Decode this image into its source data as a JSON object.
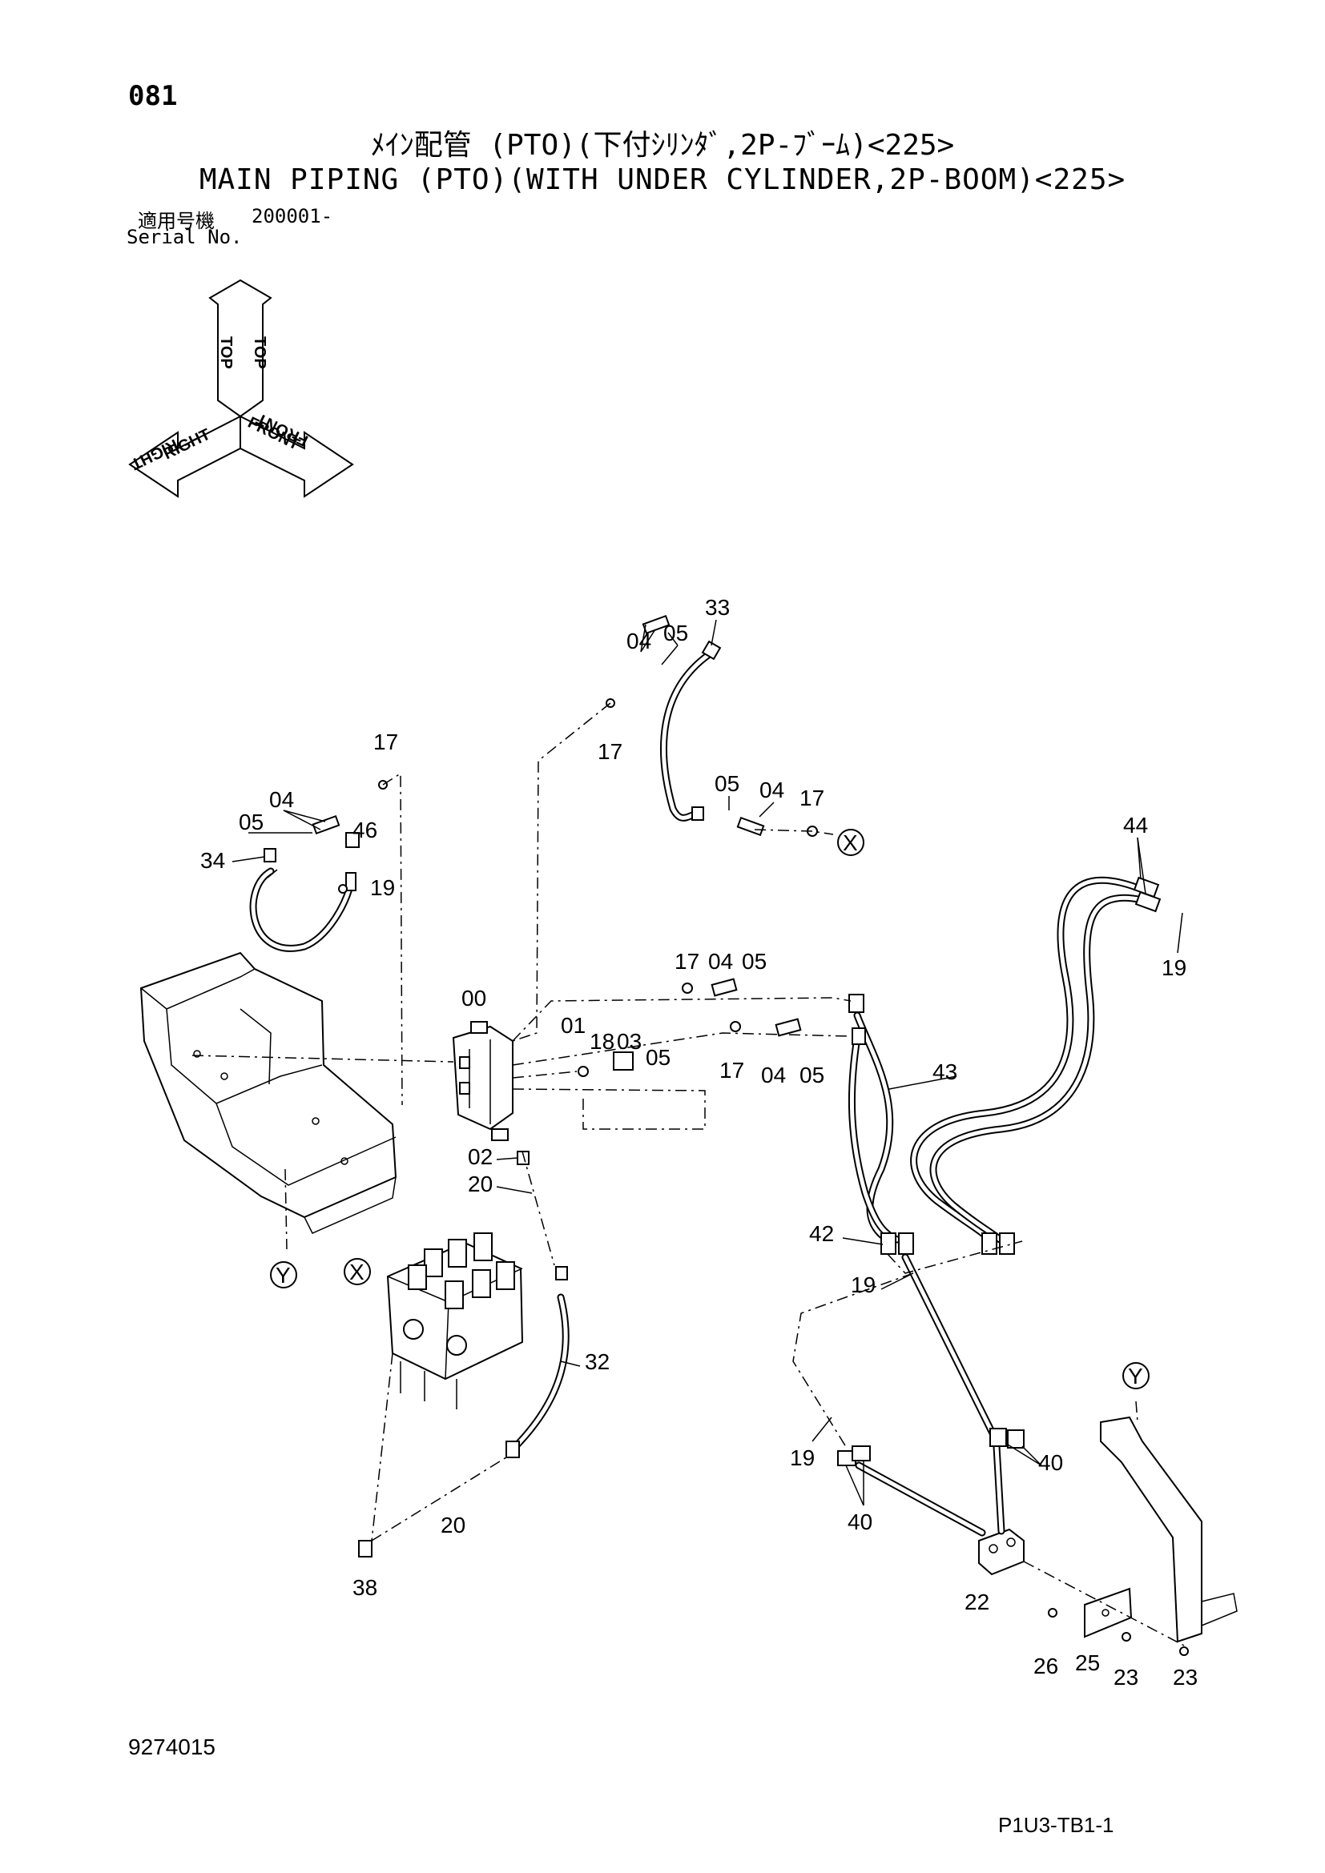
{
  "header": {
    "page_number": "081",
    "title_ja": "ﾒｲﾝ配管 (PTO)(下付ｼﾘﾝﾀﾞ,2P-ﾌﾞｰﾑ)<225>",
    "title_en": "MAIN PIPING (PTO)(WITH UNDER CYLINDER,2P-BOOM)<225>",
    "serial_label_ja": "適用号機",
    "serial_value": "200001-",
    "serial_label_en": "Serial No."
  },
  "orientation": {
    "top": "TOP",
    "right": "RIGHT",
    "front": "FRONT"
  },
  "references": {
    "x": "X",
    "y": "Y"
  },
  "callouts": {
    "c00": "00",
    "c01": "01",
    "c02": "02",
    "c03": "03",
    "c04": "04",
    "c05": "05",
    "c17": "17",
    "c18": "18",
    "c19": "19",
    "c20": "20",
    "c22": "22",
    "c23": "23",
    "c25": "25",
    "c26": "26",
    "c32": "32",
    "c33": "33",
    "c34": "34",
    "c38": "38",
    "c40": "40",
    "c42": "42",
    "c43": "43",
    "c44": "44",
    "c46": "46"
  },
  "footer": {
    "doc_number": "9274015",
    "sheet_code": "P1U3-TB1-1"
  }
}
